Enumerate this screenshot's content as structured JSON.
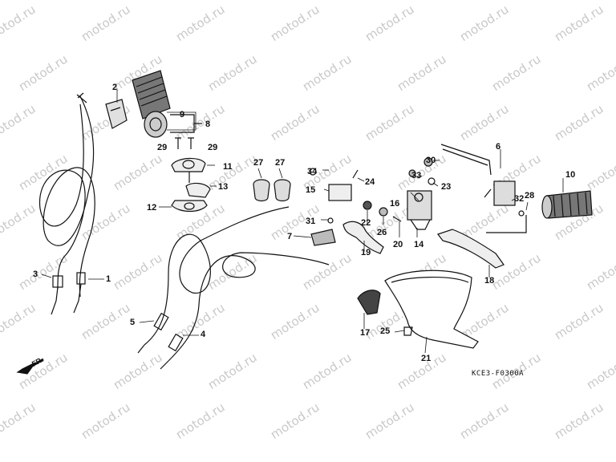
{
  "watermark_text": "motod.ru",
  "diagram_code": "KCE3-F0300A",
  "front_marker": "FR.",
  "callouts": {
    "p1": "1",
    "p2": "2",
    "p3": "3",
    "p4": "4",
    "p5": "5",
    "p6": "6",
    "p7": "7",
    "p8": "8",
    "p9": "9",
    "p10": "10",
    "p11": "11",
    "p12": "12",
    "p13": "13",
    "p14": "14",
    "p15": "15",
    "p16": "16",
    "p17": "17",
    "p18": "18",
    "p19": "19",
    "p20": "20",
    "p21": "21",
    "p22": "22",
    "p23": "23",
    "p24": "24",
    "p25": "25",
    "p26": "26",
    "p27a": "27",
    "p27b": "27",
    "p28": "28",
    "p29a": "29",
    "p29b": "29",
    "p30": "30",
    "p31": "31",
    "p32": "32",
    "p33": "33",
    "p34": "34"
  }
}
